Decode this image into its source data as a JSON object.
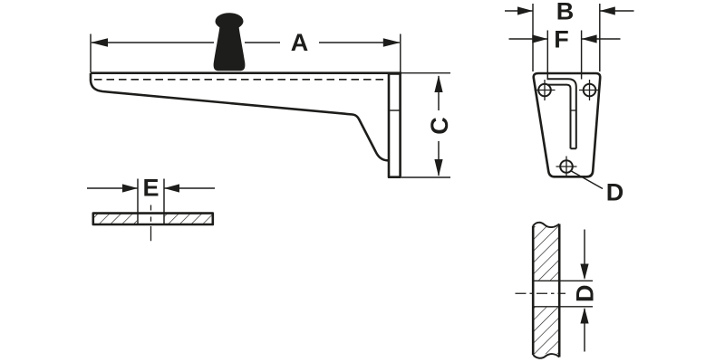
{
  "drawing": {
    "background": "#ffffff",
    "line_color": "#1d1d1b",
    "views": {
      "side_view": {
        "name": "bracket side view with load symbol",
        "load_icon": "weight-icon",
        "dim_length": "A",
        "dim_height": "C"
      },
      "front_view": {
        "name": "bracket front view with screw holes",
        "dim_outer_width": "B",
        "dim_inner_width": "F",
        "dim_hole": "D"
      },
      "shelf_section": {
        "name": "shelf cross-section with slot",
        "dim_slot_width": "E"
      },
      "wall_section": {
        "name": "wall cross-section with hole",
        "dim_hole_height": "D"
      }
    }
  }
}
